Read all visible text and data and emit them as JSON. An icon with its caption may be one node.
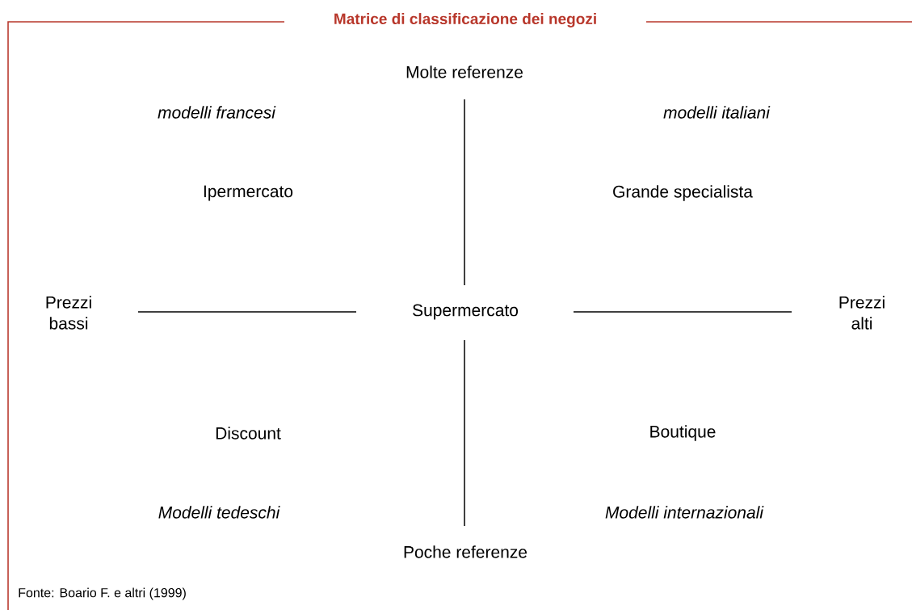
{
  "diagram": {
    "title": "Matrice di classificazione dei negozi",
    "caption": "Fonte: Boario F. e altri (1999)",
    "labels": [
      "Molte referenze",
      "modelli francesi",
      "modelli italiani",
      "Ipermercato",
      "Grande specialista",
      "Prezzi bassi",
      "Supermercato",
      "Prezzi alti",
      "Discount",
      "Boutique",
      "Modelli tedeschi",
      "Modelli internazionali",
      "Poche referenze"
    ]
  }
}
